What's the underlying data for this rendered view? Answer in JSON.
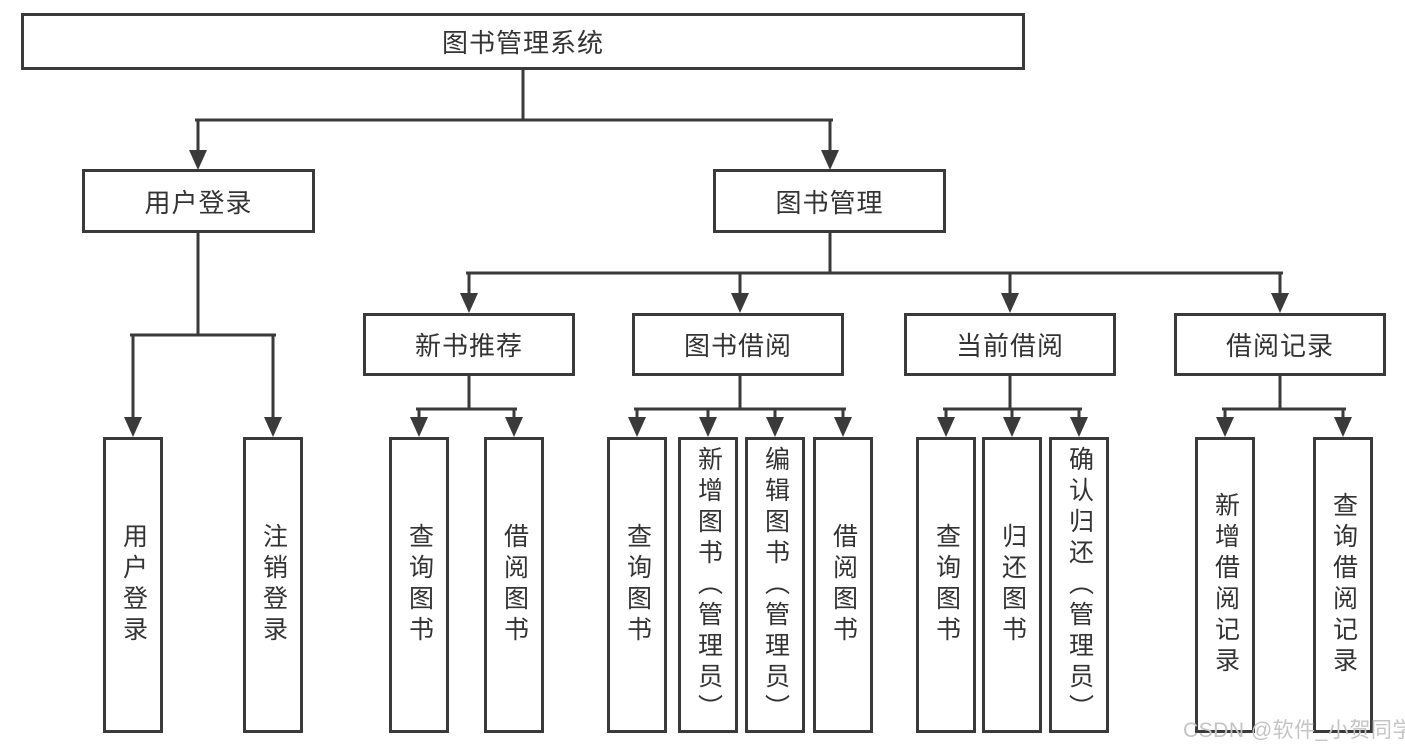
{
  "colors": {
    "line": "#3a3a3a",
    "text": "#333333",
    "background": "#ffffff",
    "watermark": "#c4c4c4"
  },
  "diagram": {
    "root": {
      "label": "图书管理系统"
    },
    "branches": [
      {
        "label": "用户登录",
        "leaves": [
          {
            "label": "用户登录"
          },
          {
            "label": "注销登录"
          }
        ]
      },
      {
        "label": "图书管理",
        "groups": [
          {
            "label": "新书推荐",
            "leaves": [
              {
                "label": "查询图书"
              },
              {
                "label": "借阅图书"
              }
            ]
          },
          {
            "label": "图书借阅",
            "leaves": [
              {
                "label": "查询图书"
              },
              {
                "label": "新增图书（管理员）"
              },
              {
                "label": "编辑图书（管理员）"
              },
              {
                "label": "借阅图书"
              }
            ]
          },
          {
            "label": "当前借阅",
            "leaves": [
              {
                "label": "查询图书"
              },
              {
                "label": "归还图书"
              },
              {
                "label": "确认归还（管理员）"
              }
            ]
          },
          {
            "label": "借阅记录",
            "leaves": [
              {
                "label": "新增借阅记录"
              },
              {
                "label": "查询借阅记录"
              }
            ]
          }
        ]
      }
    ]
  },
  "watermark": {
    "text": "CSDN @软件_小贺同学"
  }
}
